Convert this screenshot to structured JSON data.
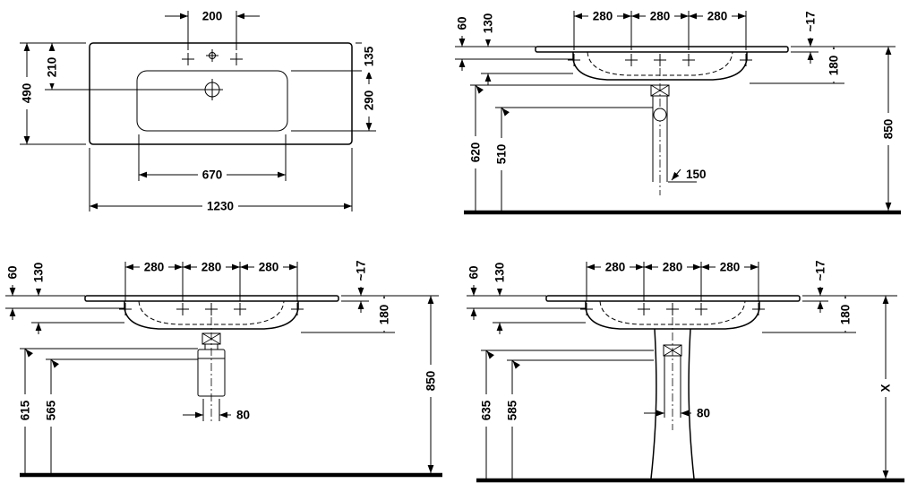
{
  "views": {
    "plan": {
      "dims": {
        "d200": "200",
        "d210": "210",
        "d490": "490",
        "d135": "135",
        "d290": "290",
        "d670": "670",
        "d1230": "1230"
      }
    },
    "wall_drain": {
      "dims": {
        "d280a": "280",
        "d280b": "280",
        "d280c": "280",
        "d17": "~17",
        "d60": "60",
        "d130": "130",
        "d180": "180",
        "d620": "620",
        "d510": "510",
        "d150": "150",
        "d850": "850"
      }
    },
    "bottle_trap": {
      "dims": {
        "d280a": "280",
        "d280b": "280",
        "d280c": "280",
        "d17": "~17",
        "d60": "60",
        "d130": "130",
        "d180": "180",
        "d615": "615",
        "d565": "565",
        "d80": "80",
        "d850": "850"
      }
    },
    "pedestal": {
      "dims": {
        "d280a": "280",
        "d280b": "280",
        "d280c": "280",
        "d17": "~17",
        "d60": "60",
        "d130": "130",
        "d180": "180",
        "d635": "635",
        "d585": "585",
        "d80": "80",
        "dX": "X"
      }
    }
  }
}
